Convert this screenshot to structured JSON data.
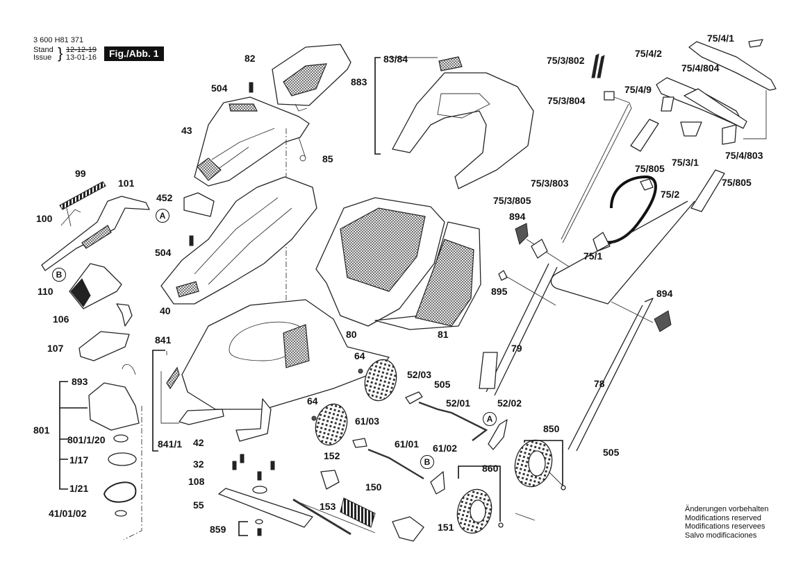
{
  "header": {
    "document_number": "3 600 H81 371",
    "stand_label": "Stand",
    "issue_label": "Issue",
    "stand_date_struck": "12-12-19",
    "issue_date": "13-01-16",
    "figure_label": "Fig./Abb. 1"
  },
  "footer": {
    "lines": [
      "Änderungen vorbehalten",
      "Modifications reserved",
      "Modifications reservees",
      "Salvo modificaciones"
    ]
  },
  "reference_markers": [
    "A",
    "B"
  ],
  "parts": {
    "p82": "82",
    "p504a": "504",
    "p43": "43",
    "p85": "85",
    "p883": "883",
    "p83_84": "83/84",
    "p75_3_802": "75/3/802",
    "p75_3_804": "75/3/804",
    "p75_4_1": "75/4/1",
    "p75_4_2": "75/4/2",
    "p75_4_804": "75/4/804",
    "p75_4_9": "75/4/9",
    "p75_4_803": "75/4/803",
    "p75_805a": "75/805",
    "p75_3_1": "75/3/1",
    "p75_805b": "75/805",
    "p75_3_803": "75/3/803",
    "p75_2": "75/2",
    "p75_3_805": "75/3/805",
    "p894a": "894",
    "p75_1": "75/1",
    "p895": "895",
    "p894b": "894",
    "p79": "79",
    "p78": "78",
    "p99": "99",
    "p101": "101",
    "p100": "100",
    "p452": "452",
    "p504b": "504",
    "p110": "110",
    "p40": "40",
    "p106": "106",
    "p107": "107",
    "p80": "80",
    "p81": "81",
    "p841": "841",
    "p893": "893",
    "p801": "801",
    "p801_1_20": "801/1/20",
    "p1_17": "1/17",
    "p1_21": "1/21",
    "p41_01_02": "41/01/02",
    "p841_1": "841/1",
    "p42": "42",
    "p32": "32",
    "p108": "108",
    "p55": "55",
    "p859": "859",
    "p64a": "64",
    "p64b": "64",
    "p52_03": "52/03",
    "p52_01": "52/01",
    "p52_02": "52/02",
    "p505a": "505",
    "p505b": "505",
    "p61_03": "61/03",
    "p61_01": "61/01",
    "p61_02": "61/02",
    "p152": "152",
    "p150": "150",
    "p153": "153",
    "p151": "151",
    "p850": "850",
    "p860": "860"
  }
}
